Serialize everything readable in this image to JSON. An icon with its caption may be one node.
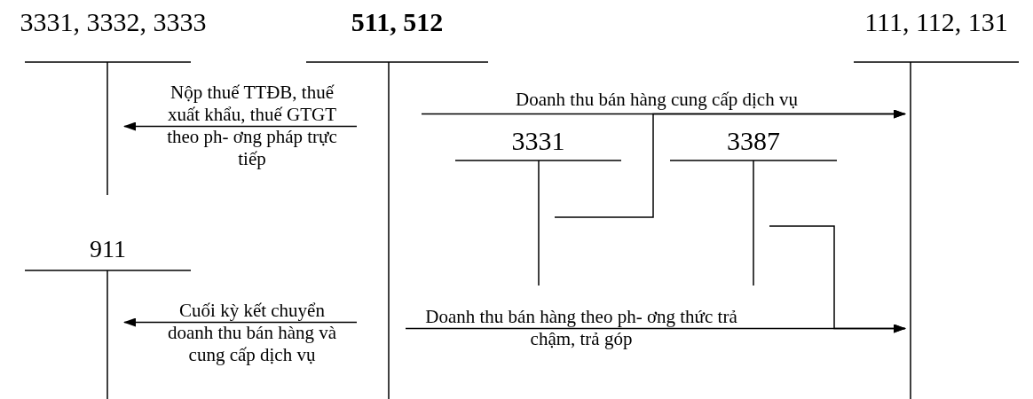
{
  "diagram": {
    "nodes": [
      {
        "text": [
          "3331, 3332, 3333"
        ]
      },
      {
        "text": [
          "511, 512"
        ]
      },
      {
        "text": [
          "111, 112, 131"
        ]
      },
      {
        "text": [
          "3331"
        ]
      },
      {
        "text": [
          "3387"
        ]
      },
      {
        "text": [
          "911"
        ]
      }
    ],
    "edges": [
      {
        "from": 1,
        "to": 0,
        "arrow": "to",
        "label": "Nộp thuế TTĐB, thuế xuất khẩu, thuế GTGT theo ph- ơng pháp trực tiếp"
      },
      {
        "from": 1,
        "to": 5,
        "arrow": "to",
        "label": "Cuối kỳ kết chuyển doanh thu bán hàng và cung cấp dịch vụ"
      },
      {
        "from": 1,
        "to": 2,
        "arrow": "to",
        "label": "Doanh thu bán hàng cung cấp dịch vụ"
      },
      {
        "from": 3,
        "to": 2,
        "arrow": "to"
      },
      {
        "from": 1,
        "to": 2,
        "arrow": "to",
        "label": "Doanh thu bán hàng theo ph- ơng thức trả chậm, trả góp"
      },
      {
        "from": 4,
        "to": 2,
        "arrow": "to"
      }
    ]
  }
}
